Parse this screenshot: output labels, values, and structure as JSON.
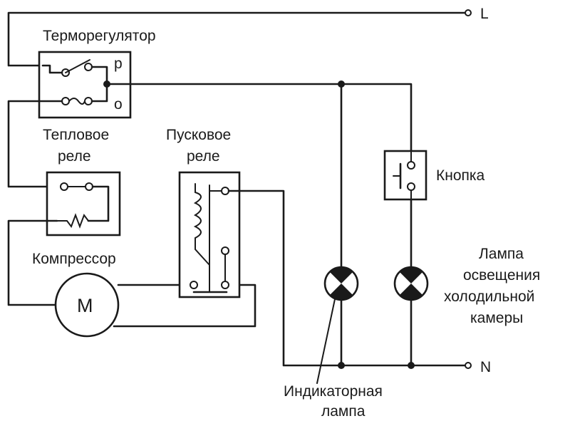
{
  "labels": {
    "line_L": "L",
    "line_N": "N",
    "thermostat": "Терморегулятор",
    "contact_p": "р",
    "contact_o": "о",
    "thermal_relay_line1": "Тепловое",
    "thermal_relay_line2": "реле",
    "start_relay_line1": "Пусковое",
    "start_relay_line2": "реле",
    "compressor": "Компрессор",
    "motor": "М",
    "button": "Кнопка",
    "chamber_lamp_line1": "Лампа",
    "chamber_lamp_line2": "освещения",
    "chamber_lamp_line3": "холодильной",
    "chamber_lamp_line4": "камеры",
    "indicator_lamp_line1": "Индикаторная",
    "indicator_lamp_line2": "лампа"
  }
}
